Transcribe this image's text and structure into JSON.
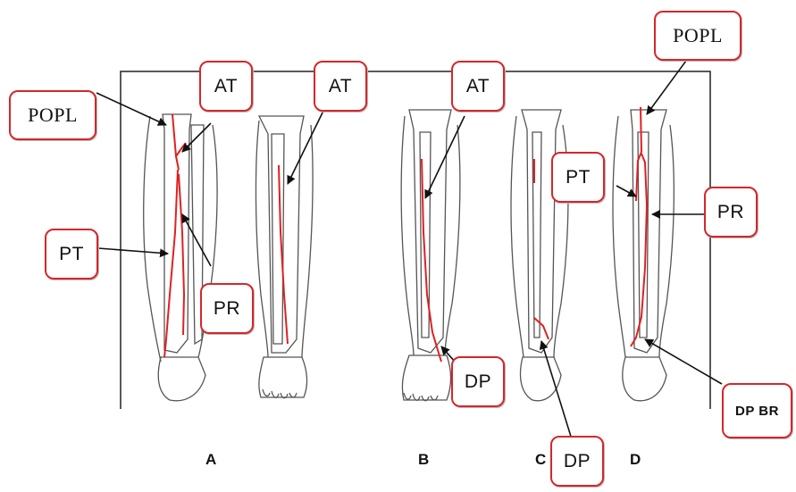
{
  "colors": {
    "artery": "#e02020",
    "label_border": "#d6262a",
    "bone_outline": "#555555",
    "arrow": "#111111"
  },
  "labels": {
    "popl_a": "POPL",
    "at_a": "AT",
    "at_a2": "AT",
    "pt_a": "PT",
    "pr_a": "PR",
    "at_b": "AT",
    "dp_b": "DP",
    "pt_c": "PT",
    "dp_c": "DP",
    "popl_d": "POPL",
    "pr_d": "PR",
    "dpbr_d": "DP BR"
  },
  "panel_captions": {
    "a": "A",
    "b": "B",
    "c": "C",
    "d": "D"
  }
}
